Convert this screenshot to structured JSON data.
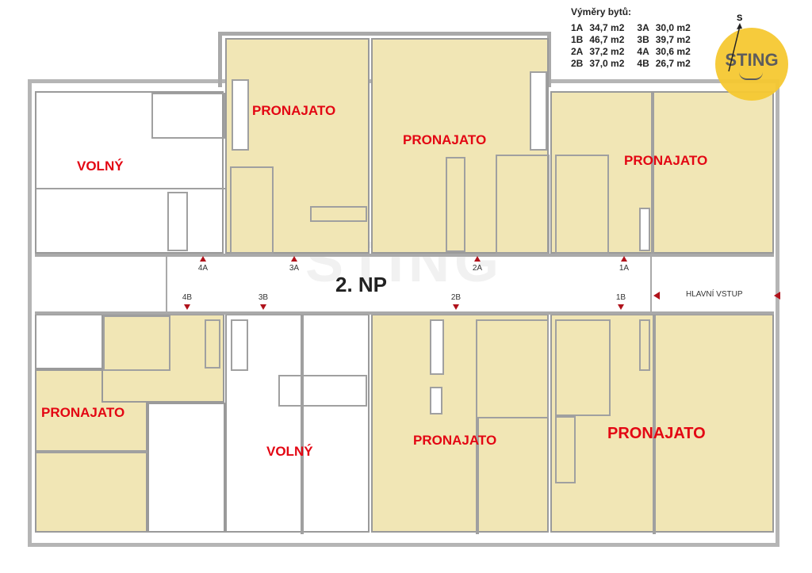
{
  "floor_label": "2. NP",
  "main_entrance": "HLAVNÍ VSTUP",
  "legend": {
    "title": "Výměry bytů:",
    "rows": [
      {
        "u1": "1A",
        "a1": "34,7 m2",
        "u2": "3A",
        "a2": "30,0 m2"
      },
      {
        "u1": "1B",
        "a1": "46,7 m2",
        "u2": "3B",
        "a2": "39,7 m2"
      },
      {
        "u1": "2A",
        "a1": "37,2 m2",
        "u2": "4A",
        "a2": "30,6 m2"
      },
      {
        "u1": "2B",
        "a1": "37,0 m2",
        "u2": "4B",
        "a2": "26,7 m2"
      }
    ]
  },
  "compass": "S",
  "logo": "STING",
  "units": {
    "4A": {
      "label": "4A",
      "status": "VOLNÝ"
    },
    "3A": {
      "label": "3A",
      "status": "PRONAJATO"
    },
    "2A": {
      "label": "2A",
      "status": "PRONAJATO"
    },
    "1A": {
      "label": "1A",
      "status": "PRONAJATO"
    },
    "4B": {
      "label": "4B",
      "status": "PRONAJATO"
    },
    "3B": {
      "label": "3B",
      "status": "VOLNÝ"
    },
    "2B": {
      "label": "2B",
      "status": "PRONAJATO"
    },
    "1B": {
      "label": "1B",
      "status": "PRONAJATO"
    }
  },
  "colors": {
    "rented": "#f1e6b5",
    "free": "#ffffff",
    "status": "#e30613",
    "marker": "#b0121b"
  }
}
